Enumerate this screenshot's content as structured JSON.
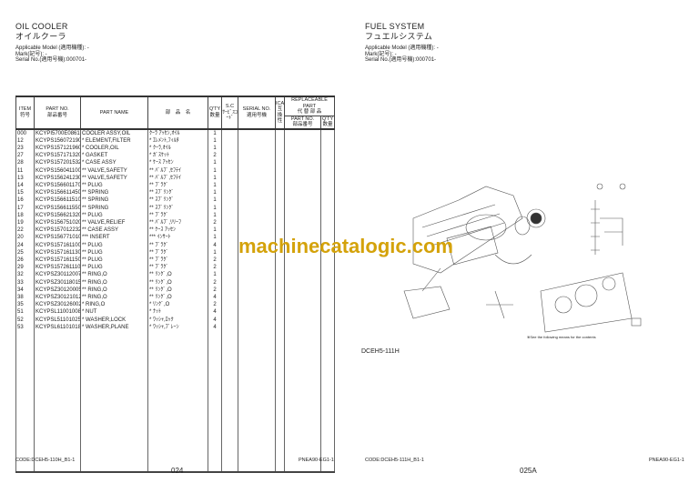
{
  "left": {
    "title_en": "OIL COOLER",
    "title_jp": "オイルクーラ",
    "applicable_model": "Applicable Model (適用機種): -",
    "mark": "Mark(記号): -",
    "serial": "Serial No.(適用号機):000701-",
    "headers": {
      "item": "ITEM",
      "item_jp": "符号",
      "part_no": "PART NO.",
      "part_no_jp": "部品番号",
      "part_name": "PART NAME",
      "name_jp": "部　品　名",
      "qty": "Q'TY",
      "qty_jp": "数量",
      "sc": "S.C",
      "sc_jp": "ｻｰﾋﾞｽｺｰﾄﾞ",
      "serial": "SERIAL NO.",
      "serial_jp": "適用号機",
      "ica": "ICA",
      "ica_jp": "互換性",
      "replaceable": "REPLACEABLE PART",
      "replaceable_jp": "代 替 部 品",
      "rep_part": "PART NO.",
      "rep_part_jp": "部品番号",
      "rep_qty": "Q'TY",
      "rep_qty_jp": "数量"
    },
    "rows": [
      {
        "item": "000",
        "part_no": "KCYPI5700E0861",
        "name": "COOLER ASSY,OIL",
        "name_jp": "ｸｰﾗ ｱｯｾﾝ,ｵｲﾙ",
        "qty": "1"
      },
      {
        "item": "12",
        "part_no": "KCYPS156072190",
        "name": "* ELEMENT,FILTER",
        "name_jp": "* ｴﾚﾒﾝﾄ,ﾌｨﾙﾀ",
        "qty": "1"
      },
      {
        "item": "23",
        "part_no": "KCYPS157121960",
        "name": "* COOLER,OIL",
        "name_jp": "* ｸｰﾗ,ｵｲﾙ",
        "qty": "1"
      },
      {
        "item": "27",
        "part_no": "KCYPS157171320",
        "name": "* GASKET",
        "name_jp": "* ｶﾞｽｹｯﾄ",
        "qty": "2"
      },
      {
        "item": "28",
        "part_no": "KCYPS157201532",
        "name": "* CASE ASSY",
        "name_jp": "* ｹｰｽ ｱｯｾﾝ",
        "qty": "1"
      },
      {
        "item": "11",
        "part_no": "KCYPS156041100",
        "name": "** VALVE,SAFETY",
        "name_jp": "** ﾊﾞﾙﾌﾞ,ｾﾌﾃｲ",
        "qty": "1"
      },
      {
        "item": "13",
        "part_no": "KCYPS156241230",
        "name": "** VALVE,SAFETY",
        "name_jp": "** ﾊﾞﾙﾌﾞ,ｾﾌﾃｲ",
        "qty": "1"
      },
      {
        "item": "14",
        "part_no": "KCYPS156601170",
        "name": "** PLUG",
        "name_jp": "** ﾌﾟﾗｸﾞ",
        "qty": "1"
      },
      {
        "item": "15",
        "part_no": "KCYPS156611450",
        "name": "** SPRING",
        "name_jp": "** ｽﾌﾟﾘﾝｸﾞ",
        "qty": "1"
      },
      {
        "item": "16",
        "part_no": "KCYPS156611510",
        "name": "** SPRING",
        "name_jp": "** ｽﾌﾟﾘﾝｸﾞ",
        "qty": "1"
      },
      {
        "item": "17",
        "part_no": "KCYPS156611550",
        "name": "** SPRING",
        "name_jp": "** ｽﾌﾟﾘﾝｸﾞ",
        "qty": "1"
      },
      {
        "item": "18",
        "part_no": "KCYPS156621320",
        "name": "** PLUG",
        "name_jp": "** ﾌﾟﾗｸﾞ",
        "qty": "1"
      },
      {
        "item": "19",
        "part_no": "KCYPS156751020",
        "name": "** VALVE,RELIEF",
        "name_jp": "** ﾊﾞﾙﾌﾞ,ﾘﾘｰﾌ",
        "qty": "2"
      },
      {
        "item": "22",
        "part_no": "KCYPS157012232",
        "name": "** CASE ASSY",
        "name_jp": "** ｹｰｽ ｱｯｾﾝ",
        "qty": "1"
      },
      {
        "item": "20",
        "part_no": "KCYPS156771010",
        "name": "*** INSERT",
        "name_jp": "*** ｲﾝｻｰﾄ",
        "qty": "1"
      },
      {
        "item": "24",
        "part_no": "KCYPS157161100",
        "name": "** PLUG",
        "name_jp": "** ﾌﾟﾗｸﾞ",
        "qty": "4"
      },
      {
        "item": "25",
        "part_no": "KCYPS157161130",
        "name": "** PLUG",
        "name_jp": "** ﾌﾟﾗｸﾞ",
        "qty": "1"
      },
      {
        "item": "26",
        "part_no": "KCYPS157161150",
        "name": "** PLUG",
        "name_jp": "** ﾌﾟﾗｸﾞ",
        "qty": "2"
      },
      {
        "item": "29",
        "part_no": "KCYPS157261110",
        "name": "** PLUG",
        "name_jp": "** ﾌﾟﾗｸﾞ",
        "qty": "2"
      },
      {
        "item": "32",
        "part_no": "KCYPSZ30112007",
        "name": "** RING,O",
        "name_jp": "** ﾘﾝｸﾞ,O",
        "qty": "1"
      },
      {
        "item": "33",
        "part_no": "KCYPSZ30118015",
        "name": "** RING,O",
        "name_jp": "** ﾘﾝｸﾞ,O",
        "qty": "2"
      },
      {
        "item": "34",
        "part_no": "KCYPSZ30120005",
        "name": "** RING,O",
        "name_jp": "** ﾘﾝｸﾞ,O",
        "qty": "2"
      },
      {
        "item": "38",
        "part_no": "KCYPSZ30121012",
        "name": "** RING,O",
        "name_jp": "** ﾘﾝｸﾞ,O",
        "qty": "4"
      },
      {
        "item": "35",
        "part_no": "KCYPSZ30126002",
        "name": "* RING,O",
        "name_jp": "* ﾘﾝｸﾞ,O",
        "qty": "2"
      },
      {
        "item": "51",
        "part_no": "KCYPSL11001008",
        "name": "* NUT",
        "name_jp": "* ﾅｯﾄ",
        "qty": "4"
      },
      {
        "item": "52",
        "part_no": "KCYPSL51101025",
        "name": "* WASHER,LOCK",
        "name_jp": "* ﾜｯｼｬ,ﾛｯｸ",
        "qty": "4"
      },
      {
        "item": "53",
        "part_no": "KCYPSL61101018",
        "name": "* WASHER,PLANE",
        "name_jp": "* ﾜｯｼｬ,ﾌﾟﾚｰﾝ",
        "qty": "4"
      }
    ],
    "code": "CODE:DCEH5-110H_B1-1",
    "doc": "PNEA90-EG1-1",
    "page": "024"
  },
  "right": {
    "title_en": "FUEL SYSTEM",
    "title_jp": "フュエルシステム",
    "applicable_model": "Applicable Model (適用機種): -",
    "mark": "Mark(記号): -",
    "serial": "Serial No.(適用号機):000701-",
    "diagram_note": "※See the following means for the contents",
    "diagram_code": "DCEH5-111H",
    "code": "CODE:DCEH5-111H_B1-1",
    "doc": "PNEA90-EG1-1",
    "page": "025A"
  },
  "watermark": "machinecatalogic.com",
  "colors": {
    "watermark": "#d4a20a"
  }
}
